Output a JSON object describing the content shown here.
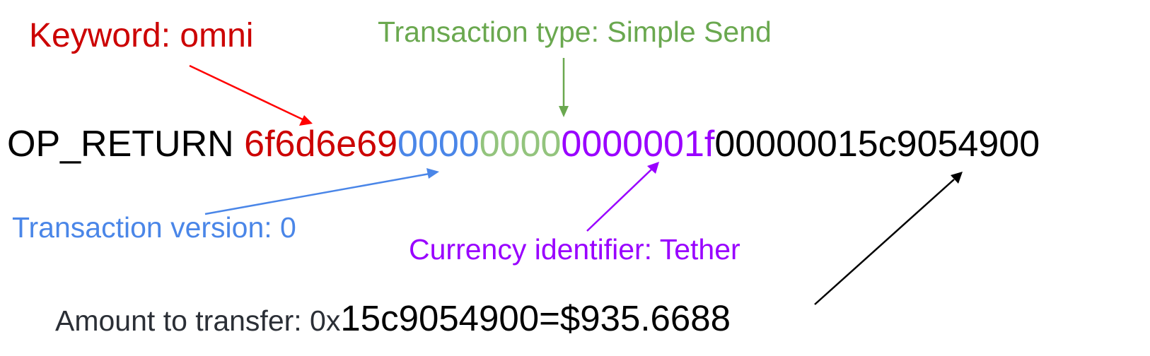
{
  "labels": {
    "keyword": "Keyword: omni",
    "transaction_type": "Transaction type: Simple Send",
    "transaction_version": "Transaction version: 0",
    "currency_identifier": "Currency identifier: Tether",
    "amount_prefix": "Amount to transfer: 0x",
    "amount_value": "15c9054900=$935.6688"
  },
  "hex": {
    "opcode": "OP_RETURN ",
    "keyword_hex": "6f6d6e69",
    "version_hex": "0000",
    "type_hex": "0000",
    "currency_hex": "0000001f",
    "amount_hex": "00000015c9054900"
  },
  "colors": {
    "keyword": "#cc0000",
    "keyword_arrow": "#ff0000",
    "transaction_type": "#6aa84f",
    "transaction_version": "#4a86e8",
    "currency_identifier": "#9900ff",
    "amount": "#000000",
    "amount_prefix": "#2b2f36",
    "opcode": "#000000",
    "type_hex": "#93c47d"
  }
}
